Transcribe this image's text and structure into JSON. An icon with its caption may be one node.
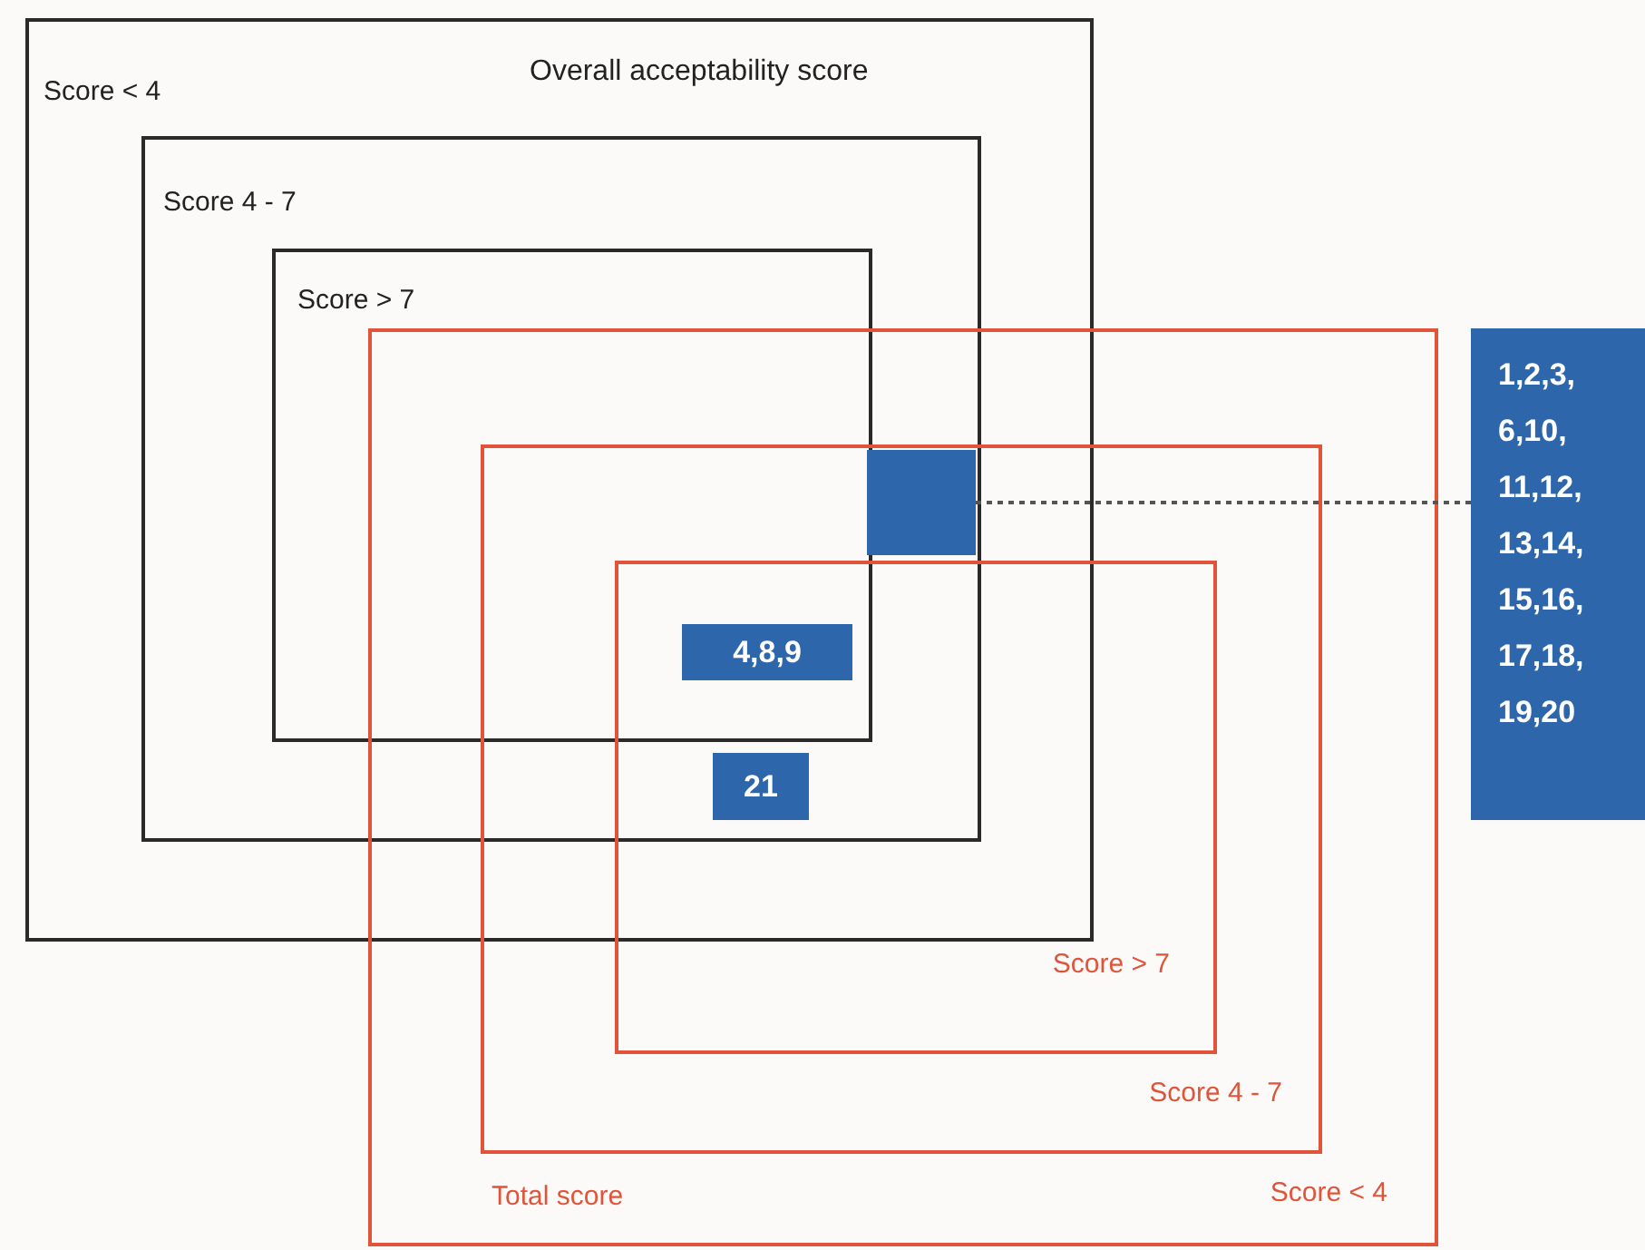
{
  "diagram": {
    "nodes": [
      {
        "text": [
          "Score < 4",
          "Overall acceptability score"
        ]
      },
      {
        "text": [
          "Score 4 - 7"
        ],
        "in": 0
      },
      {
        "text": [
          "Score > 7"
        ],
        "in": 1
      },
      {
        "text": [
          "Total score",
          "Score < 4"
        ]
      },
      {
        "text": [
          "Score 4 - 7"
        ],
        "in": 3
      },
      {
        "text": [
          "Score > 7"
        ],
        "in": 4
      },
      {
        "text": [],
        "shape": "box"
      },
      {
        "text": [
          "4,8,9"
        ]
      },
      {
        "text": [
          "21"
        ]
      },
      {
        "text": [
          "1,2,3, 6,10, 11,12, 13,14, 15,16, 17,18, 19,20"
        ]
      }
    ],
    "edges": [
      {
        "from": 6,
        "to": 9,
        "arrow": "none",
        "style": "dashed"
      }
    ]
  }
}
